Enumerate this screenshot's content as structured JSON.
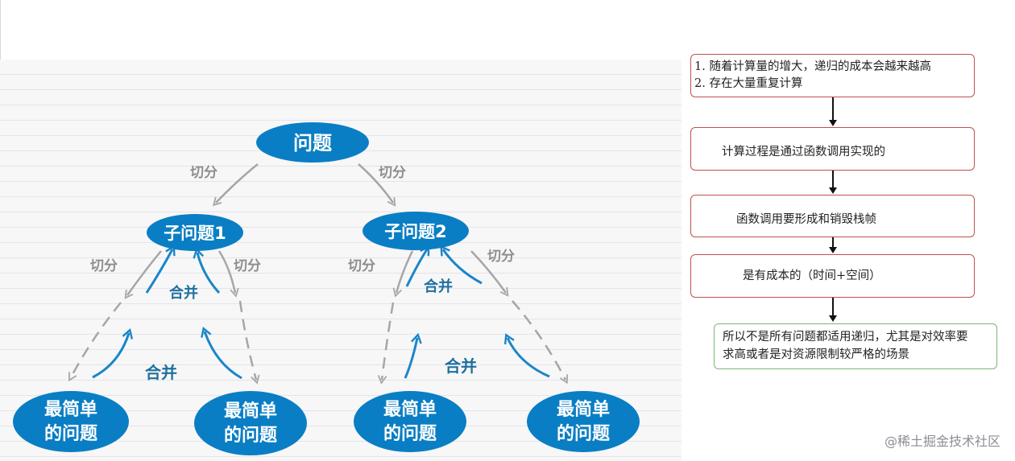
{
  "tree": {
    "root": "问题",
    "sub1": "子问题1",
    "sub2": "子问题2",
    "leaf_line1": "最简单",
    "leaf_line2": "的问题",
    "split": "切分",
    "merge": "合并",
    "node_color": "#0a7ec4",
    "arrow_gray": "#a6a6a6",
    "arrow_blue": "#1a86c8"
  },
  "flow": {
    "box1": {
      "line1": "1. 随着计算量的增大，递归的成本会越来越高",
      "line2": "2. 存在大量重复计算"
    },
    "box2": "计算过程是通过函数调用实现的",
    "box3": "函数调用要形成和销毁栈帧",
    "box4": "是有成本的（时间+空间）",
    "box5": {
      "line1": "所以不是所有问题都适用递归，尤其是对效率要",
      "line2": "求高或者是对资源限制较严格的场景"
    },
    "border_red": "#c0504d",
    "border_green": "#76b776"
  },
  "watermark": "@稀土掘金技术社区"
}
